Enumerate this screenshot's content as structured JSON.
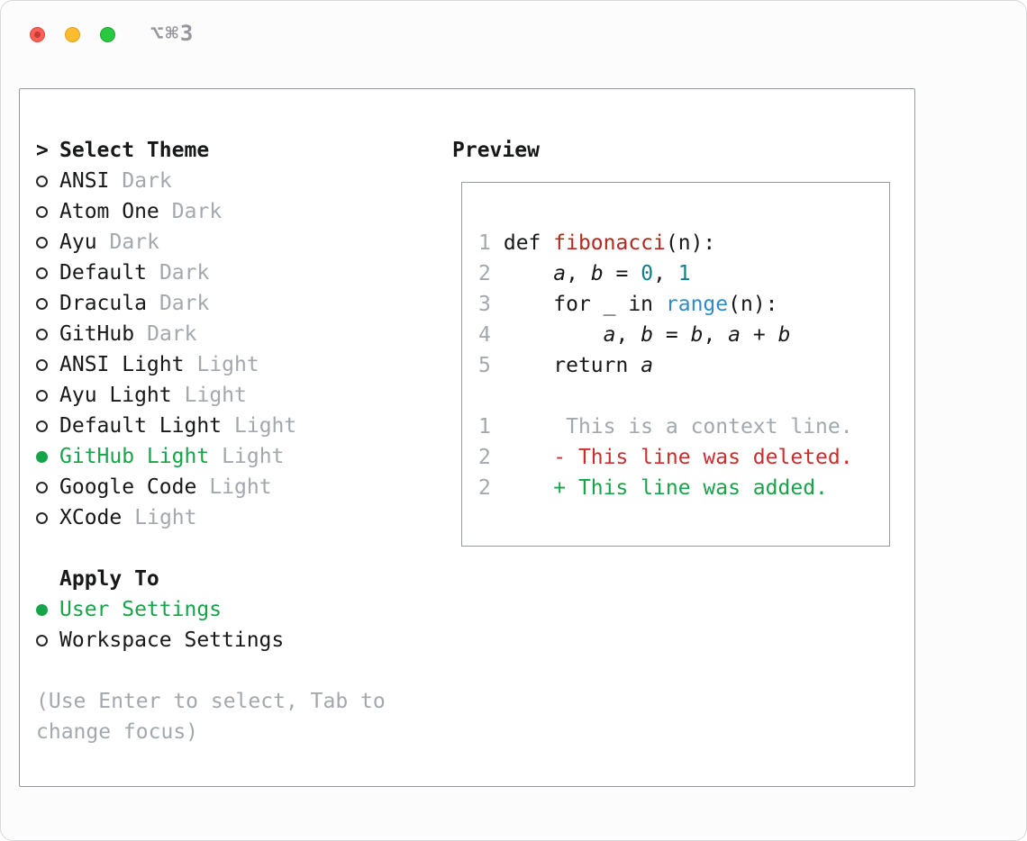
{
  "titlebar": {
    "shortcut": "⌥⌘3"
  },
  "selector": {
    "prompt": ">",
    "title": "Select Theme",
    "themes": [
      {
        "name": "ANSI",
        "variant": "Dark",
        "selected": false
      },
      {
        "name": "Atom One",
        "variant": "Dark",
        "selected": false
      },
      {
        "name": "Ayu",
        "variant": "Dark",
        "selected": false
      },
      {
        "name": "Default",
        "variant": "Dark",
        "selected": false
      },
      {
        "name": "Dracula",
        "variant": "Dark",
        "selected": false
      },
      {
        "name": "GitHub",
        "variant": "Dark",
        "selected": false
      },
      {
        "name": "ANSI Light",
        "variant": "Light",
        "selected": false
      },
      {
        "name": "Ayu Light",
        "variant": "Light",
        "selected": false
      },
      {
        "name": "Default Light",
        "variant": "Light",
        "selected": false
      },
      {
        "name": "GitHub Light",
        "variant": "Light",
        "selected": true
      },
      {
        "name": "Google Code",
        "variant": "Light",
        "selected": false
      },
      {
        "name": "XCode",
        "variant": "Light",
        "selected": false
      }
    ],
    "apply_to": {
      "title": "Apply To",
      "options": [
        {
          "label": "User Settings",
          "selected": true
        },
        {
          "label": "Workspace Settings",
          "selected": false
        }
      ]
    },
    "hint_lines": [
      "(Use Enter to select, Tab to",
      "change focus)"
    ]
  },
  "preview": {
    "title": "Preview",
    "code_lines": [
      {
        "num": "1",
        "tokens": [
          {
            "t": "def ",
            "c": "plain"
          },
          {
            "t": "fibonacci",
            "c": "func"
          },
          {
            "t": "(n):",
            "c": "plain"
          }
        ]
      },
      {
        "num": "2",
        "tokens": [
          {
            "t": "    ",
            "c": "plain"
          },
          {
            "t": "a",
            "c": "ital"
          },
          {
            "t": ", ",
            "c": "plain"
          },
          {
            "t": "b",
            "c": "ital"
          },
          {
            "t": " = ",
            "c": "plain"
          },
          {
            "t": "0",
            "c": "num"
          },
          {
            "t": ", ",
            "c": "plain"
          },
          {
            "t": "1",
            "c": "num"
          }
        ]
      },
      {
        "num": "3",
        "tokens": [
          {
            "t": "    for _ in ",
            "c": "plain"
          },
          {
            "t": "range",
            "c": "builtin"
          },
          {
            "t": "(n):",
            "c": "plain"
          }
        ]
      },
      {
        "num": "4",
        "tokens": [
          {
            "t": "        ",
            "c": "plain"
          },
          {
            "t": "a",
            "c": "ital"
          },
          {
            "t": ", ",
            "c": "plain"
          },
          {
            "t": "b",
            "c": "ital"
          },
          {
            "t": " = ",
            "c": "plain"
          },
          {
            "t": "b",
            "c": "ital"
          },
          {
            "t": ", ",
            "c": "plain"
          },
          {
            "t": "a",
            "c": "ital"
          },
          {
            "t": " + ",
            "c": "plain"
          },
          {
            "t": "b",
            "c": "ital"
          }
        ]
      },
      {
        "num": "5",
        "tokens": [
          {
            "t": "    return ",
            "c": "plain"
          },
          {
            "t": "a",
            "c": "ital"
          }
        ]
      }
    ],
    "diff_lines": [
      {
        "num": "1",
        "text": "     This is a context line.",
        "type": "context"
      },
      {
        "num": "2",
        "text": "    - This line was deleted.",
        "type": "deleted"
      },
      {
        "num": "2",
        "text": "    + This line was added.",
        "type": "added"
      }
    ]
  },
  "colors": {
    "accent_green": "#16a34a",
    "deleted_red": "#cb2d2d",
    "func_red": "#b2281f",
    "number_teal": "#0f7f8b",
    "builtin_blue": "#2e8bc9",
    "muted_gray": "#a2a8ae",
    "ink": "#17181a"
  }
}
